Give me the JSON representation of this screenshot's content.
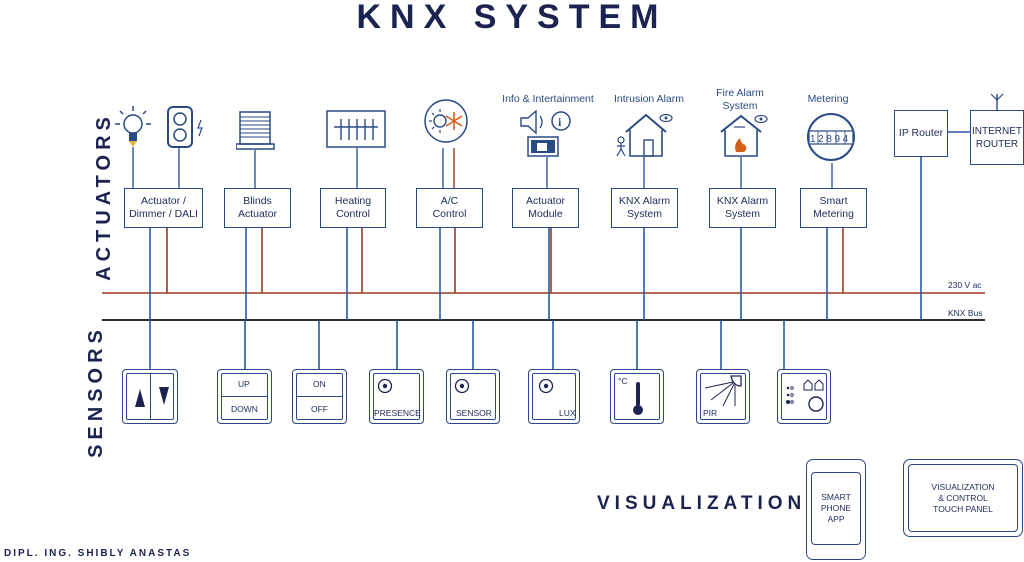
{
  "title": "KNX   SYSTEM",
  "labels": {
    "actuators": "ACTUATORS",
    "sensors": "SENSORS",
    "visualization": "VISUALIZATION",
    "author": "DIPL. ING. SHIBLY ANASTAS"
  },
  "bus": {
    "power": "230 V ac",
    "knx": "KNX Bus"
  },
  "categories": {
    "info": "Info & Intertainment",
    "intrusion": "Intrusion Alarm",
    "fire": "Fire Alarm\nSystem",
    "metering": "Metering"
  },
  "actuators": {
    "dimmer": "Actuator /\nDimmer / DALI",
    "blinds": "Blinds\nActuator",
    "heating": "Heating\nControl",
    "ac": "A/C\nControl",
    "module": "Actuator\nModule",
    "intrusion": "KNX Alarm\nSystem",
    "fire": "KNX Alarm\nSystem",
    "metering": "Smart\nMetering"
  },
  "network": {
    "ip_router": "IP Router",
    "internet_router": "INTERNET\nROUTER"
  },
  "meter_digits": "12894",
  "sensors": {
    "up": "UP",
    "down": "DOWN",
    "on": "ON",
    "off": "OFF",
    "presence": "PRESENCE",
    "sensor": "SENSOR",
    "lux": "LUX",
    "temp_unit": "°C",
    "pir": "PIR"
  },
  "visualization": {
    "phone": "SMART\nPHONE\nAPP",
    "panel": "VISUALIZATION\n& CONTROL\nTOUCH PANEL"
  },
  "colors": {
    "bus_knx": "#111111",
    "bus_power": "#9b3a20",
    "line_blue": "#2a5aa0",
    "stroke": "#2a4a84"
  }
}
